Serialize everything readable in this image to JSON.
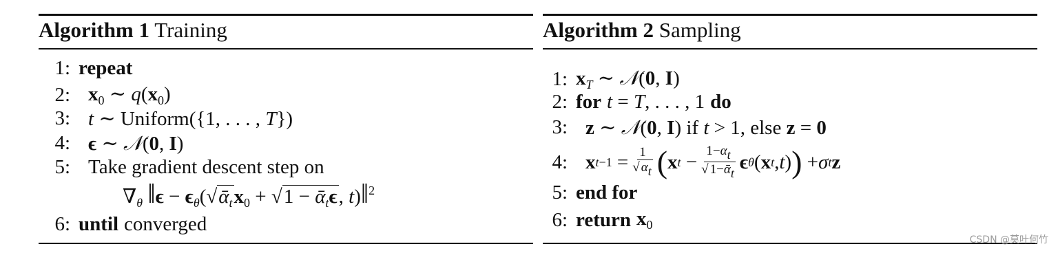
{
  "algorithm1": {
    "title_label": "Algorithm 1",
    "title_name": "Training",
    "lines": [
      {
        "num": "1:",
        "kw": "repeat"
      },
      {
        "num": "2:",
        "expr": "x₀ ∼ q(x₀)"
      },
      {
        "num": "3:",
        "expr": "t ∼ Uniform({1, . . . , T})"
      },
      {
        "num": "4:",
        "expr": "ϵ ∼ 𝒩(0, I)"
      },
      {
        "num": "5:",
        "text": "Take gradient descent step on"
      },
      {
        "expr": "∇θ ‖ϵ − ϵθ(√ᾱt x₀ + √(1 − ᾱt) ϵ, t)‖²"
      },
      {
        "num": "6:",
        "kw": "until",
        "text": "converged"
      }
    ]
  },
  "algorithm2": {
    "title_label": "Algorithm 2",
    "title_name": "Sampling",
    "lines": [
      {
        "num": "1:",
        "expr": "xT ∼ 𝒩(0, I)"
      },
      {
        "num": "2:",
        "kw": "for",
        "expr": "t = T, . . . , 1",
        "kw2": "do"
      },
      {
        "num": "3:",
        "expr": "z ∼ 𝒩(0, I) if t > 1, else z = 0"
      },
      {
        "num": "4:",
        "expr": "xt−1 = 1/√αt (xt − (1−αt)/√(1−ᾱt) ϵθ(xt, t)) + σt z"
      },
      {
        "num": "5:",
        "kw": "end for"
      },
      {
        "num": "6:",
        "kw": "return",
        "expr": "x₀"
      }
    ]
  },
  "watermark": "CSDN @莫叶何竹"
}
